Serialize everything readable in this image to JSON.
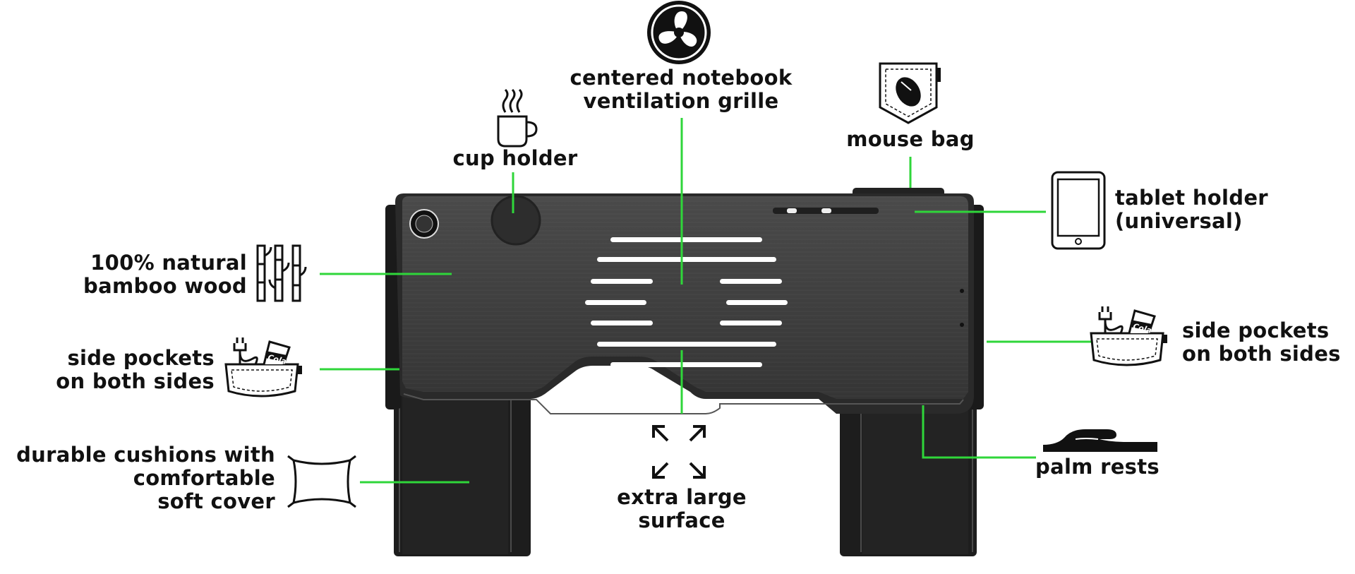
{
  "colors": {
    "leader": "#2fd63a",
    "tray": "#3f3f3f",
    "cushion": "#1c1c1c",
    "ink": "#111111",
    "slot": "#ffffff"
  },
  "labels": {
    "ventilation": {
      "line1": "centered notebook",
      "line2": "ventilation grille",
      "icon": "fan-icon"
    },
    "cup_holder": {
      "line1": "cup holder",
      "icon": "coffee-cup-icon"
    },
    "mouse_bag": {
      "line1": "mouse bag",
      "icon": "mouse-pocket-icon"
    },
    "tablet_holder": {
      "line1": "tablet holder",
      "line2": "(universal)",
      "icon": "tablet-icon"
    },
    "bamboo": {
      "line1": "100% natural",
      "line2": "bamboo wood",
      "icon": "bamboo-icon"
    },
    "pockets_left": {
      "line1": "side pockets",
      "line2": "on both sides",
      "icon": "pocket-icon"
    },
    "pockets_right": {
      "line1": "side pockets",
      "line2": "on both sides",
      "icon": "pocket-icon"
    },
    "cushions": {
      "line1": "durable cushions with",
      "line2": "comfortable",
      "line3": "soft cover",
      "icon": "pillow-icon"
    },
    "surface": {
      "line1": "extra large",
      "line2": "surface",
      "icon": "expand-arrows-icon"
    },
    "palm_rests": {
      "line1": "palm rests",
      "icon": "hand-icon"
    }
  },
  "pocket_icon_text": "Cola"
}
